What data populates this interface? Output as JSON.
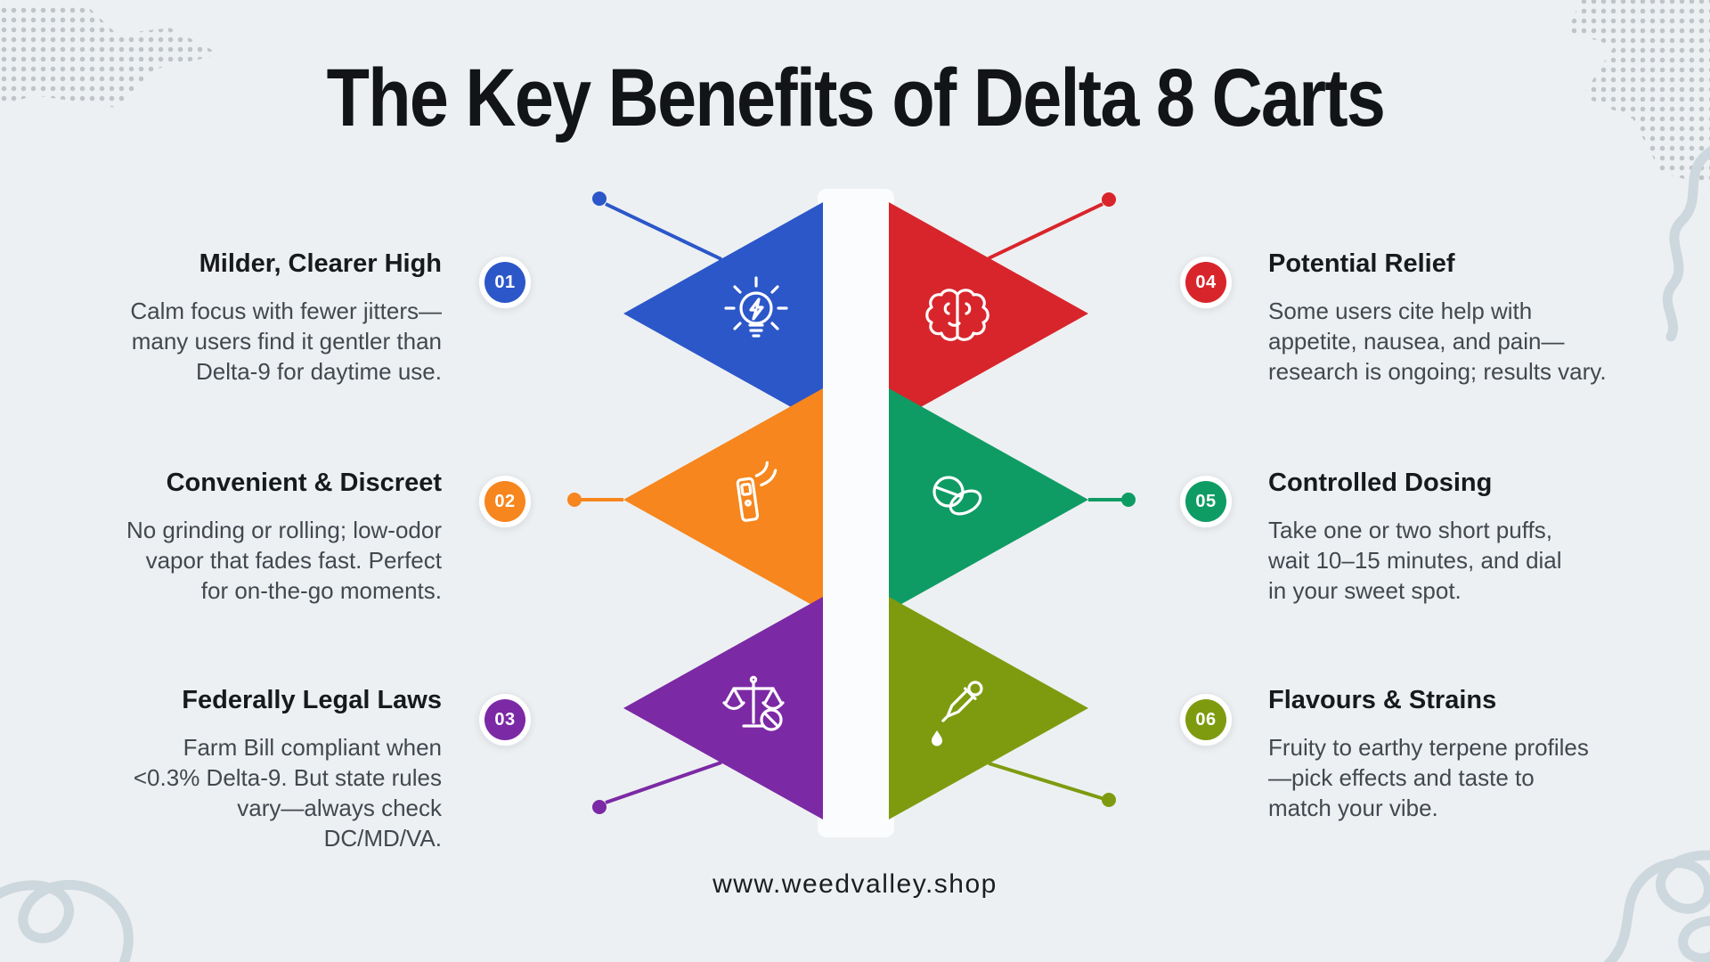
{
  "title": "The Key Benefits of Delta 8 Carts",
  "website": "www.weedvalley.shop",
  "theme": {
    "background": "#edf0f2",
    "swirl": "#cdd7de",
    "map_dots": "#b4b9bd",
    "title_color": "#121417",
    "body_color": "#42484f",
    "center_strip": "#fbfcfd"
  },
  "items": [
    {
      "number": "01",
      "title": "Milder, Clearer High",
      "lines": [
        "Calm focus with fewer jitters—",
        "many users find it gentler than",
        "Delta-9 for daytime use."
      ],
      "color": "#2b57c9",
      "icon": "idea-bulb-icon"
    },
    {
      "number": "02",
      "title": "Convenient & Discreet",
      "lines": [
        "No grinding or rolling; low-odor",
        "vapor that fades fast. Perfect",
        "for on-the-go moments."
      ],
      "color": "#f6861d",
      "icon": "vape-pen-icon"
    },
    {
      "number": "03",
      "title": "Federally Legal Laws",
      "lines": [
        "Farm Bill compliant when",
        "<0.3% Delta-9. But state rules",
        "vary—always check",
        "DC/MD/VA."
      ],
      "color": "#7c29a5",
      "icon": "scales-icon"
    },
    {
      "number": "04",
      "title": "Potential Relief",
      "lines": [
        "Some users cite help with",
        "appetite, nausea, and pain—",
        "research is ongoing; results vary."
      ],
      "color": "#d8252b",
      "icon": "brain-icon"
    },
    {
      "number": "05",
      "title": "Controlled Dosing",
      "lines": [
        "Take one or two short puffs,",
        "wait 10–15 minutes, and dial",
        "in your sweet spot."
      ],
      "color": "#0f9c64",
      "icon": "pills-icon"
    },
    {
      "number": "06",
      "title": "Flavours & Strains",
      "lines": [
        "Fruity to earthy terpene profiles",
        "—pick effects and taste to",
        "match your vibe."
      ],
      "color": "#7e9b10",
      "icon": "dropper-icon"
    }
  ]
}
